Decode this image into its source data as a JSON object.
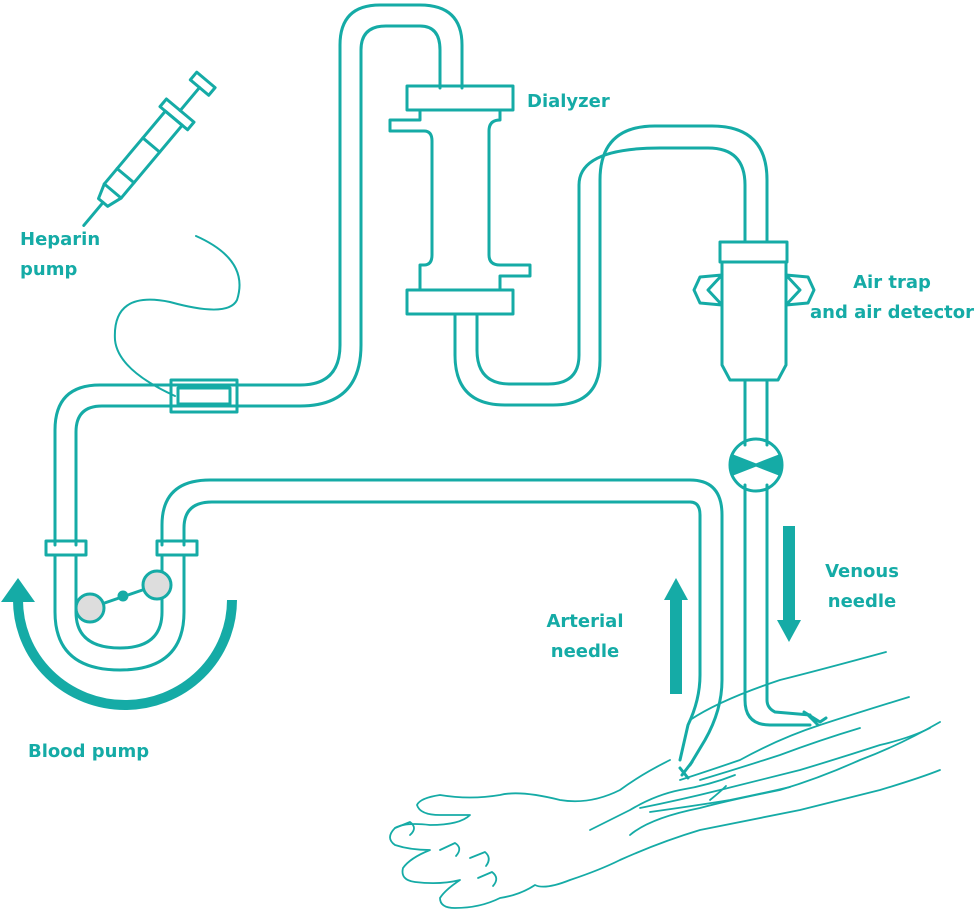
{
  "colors": {
    "accent": "#15ABA6",
    "fill_light": "#FFFFFF",
    "rotor_gray": "#DDDDDD"
  },
  "labels": {
    "dialyzer": "Dialyzer",
    "heparin_pump": [
      "Heparin",
      "pump"
    ],
    "air_trap": [
      "Air trap",
      "and air detector"
    ],
    "venous_needle": [
      "Venous",
      "needle"
    ],
    "arterial_needle": [
      "Arterial",
      "needle"
    ],
    "blood_pump": "Blood pump"
  },
  "icons": [
    "syringe-icon",
    "dialyzer-icon",
    "air-trap-icon",
    "clamp-valve-icon",
    "blood-pump-rotor-icon",
    "arm-icon",
    "flow-arrow-up-icon",
    "flow-arrow-down-icon",
    "rotation-arrow-icon"
  ]
}
